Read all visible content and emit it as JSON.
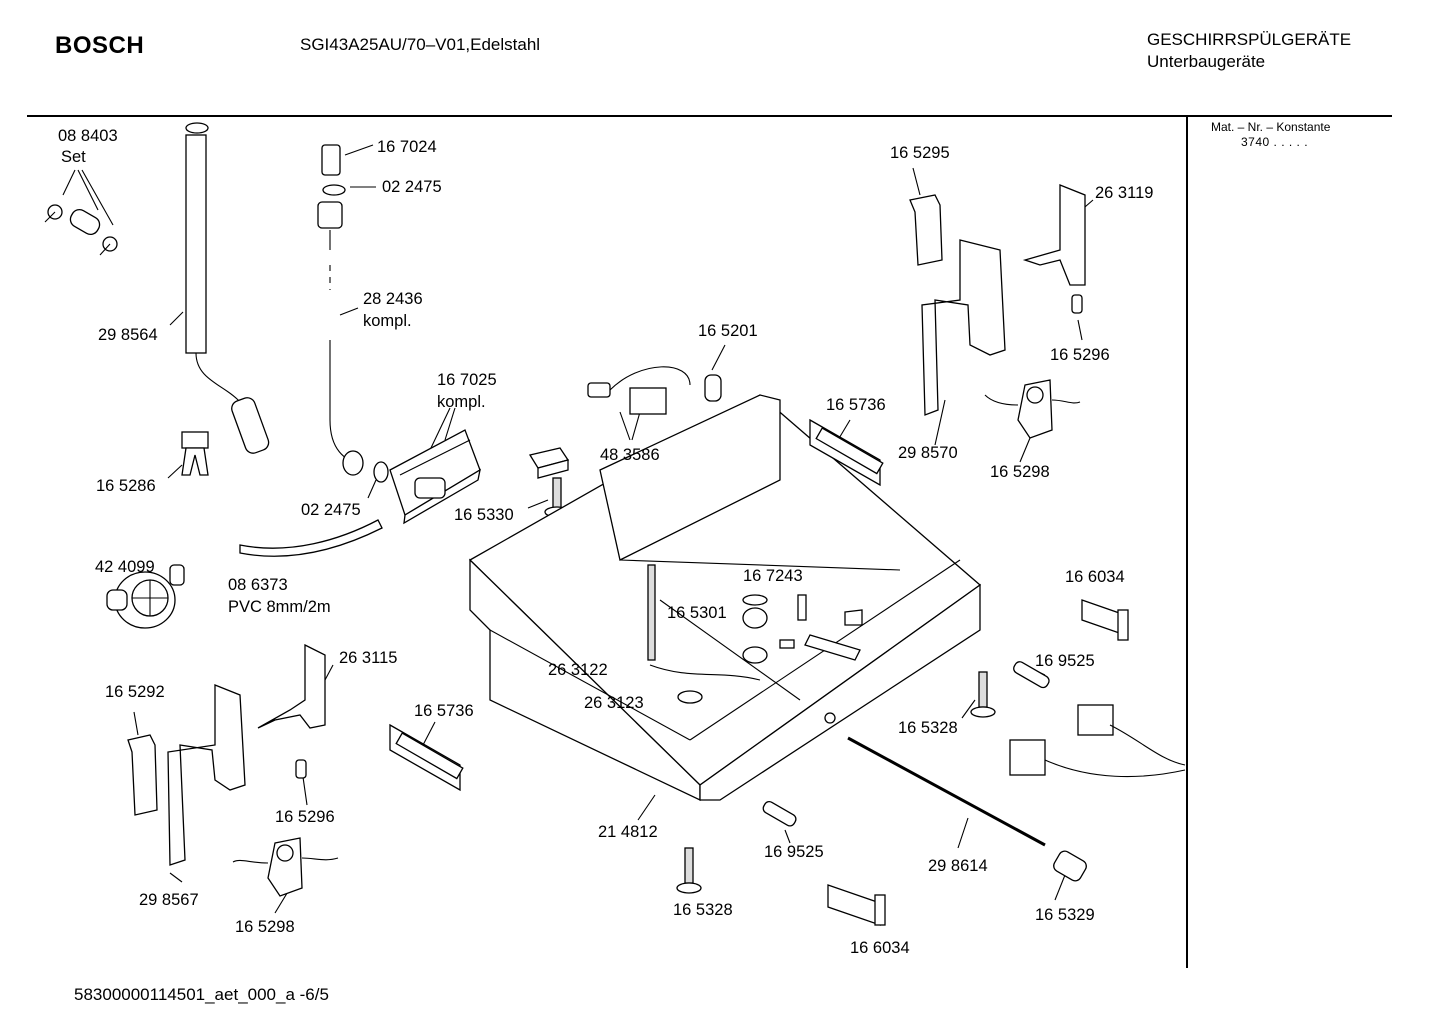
{
  "header": {
    "brand": "BOSCH",
    "model": "SGI43A25AU/70–V01,Edelstahl",
    "category": "GESCHIRRSPÜLGERÄTE",
    "subcategory": "Unterbaugeräte"
  },
  "sidebar": {
    "mat_label": "Mat. – Nr. – Konstante",
    "mat_value": "3740 .  .  .  .  ."
  },
  "footer": {
    "doc_id": "58300000114501_aet_000_a   -6/5"
  },
  "parts": [
    {
      "id": "p01",
      "text": "08 8403"
    },
    {
      "id": "p02",
      "text": "Set"
    },
    {
      "id": "p03",
      "text": "29 8564"
    },
    {
      "id": "p04",
      "text": "16 5286"
    },
    {
      "id": "p05",
      "text": "42 4099"
    },
    {
      "id": "p06",
      "text": "08 6373"
    },
    {
      "id": "p07",
      "text": "PVC 8mm/2m"
    },
    {
      "id": "p08",
      "text": "16 7024"
    },
    {
      "id": "p09",
      "text": "02 2475"
    },
    {
      "id": "p10",
      "text": "28 2436"
    },
    {
      "id": "p11",
      "text": "kompl."
    },
    {
      "id": "p12",
      "text": "16 7025"
    },
    {
      "id": "p13",
      "text": "kompl."
    },
    {
      "id": "p14",
      "text": "02 2475"
    },
    {
      "id": "p15",
      "text": "16 5201"
    },
    {
      "id": "p16",
      "text": "48 3586"
    },
    {
      "id": "p17",
      "text": "16 5330"
    },
    {
      "id": "p18",
      "text": "16 5736"
    },
    {
      "id": "p19",
      "text": "16 5295"
    },
    {
      "id": "p20",
      "text": "26 3119"
    },
    {
      "id": "p21",
      "text": "16 5296"
    },
    {
      "id": "p22",
      "text": "29 8570"
    },
    {
      "id": "p23",
      "text": "16 5298"
    },
    {
      "id": "p24",
      "text": "16 7243"
    },
    {
      "id": "p25",
      "text": "16 5301"
    },
    {
      "id": "p26",
      "text": "26 3122"
    },
    {
      "id": "p27",
      "text": "26 3123"
    },
    {
      "id": "p28",
      "text": "16 6034"
    },
    {
      "id": "p29",
      "text": "16 9525"
    },
    {
      "id": "p30",
      "text": "16 5328"
    },
    {
      "id": "p31",
      "text": "26 3115"
    },
    {
      "id": "p32",
      "text": "16 5292"
    },
    {
      "id": "p33",
      "text": "16 5736"
    },
    {
      "id": "p34",
      "text": "16 5296"
    },
    {
      "id": "p35",
      "text": "29 8567"
    },
    {
      "id": "p36",
      "text": "16 5298"
    },
    {
      "id": "p37",
      "text": "21 4812"
    },
    {
      "id": "p38",
      "text": "16 9525"
    },
    {
      "id": "p39",
      "text": "16 5328"
    },
    {
      "id": "p40",
      "text": "29 8614"
    },
    {
      "id": "p41",
      "text": "16 6034"
    },
    {
      "id": "p42",
      "text": "16 5329"
    }
  ]
}
